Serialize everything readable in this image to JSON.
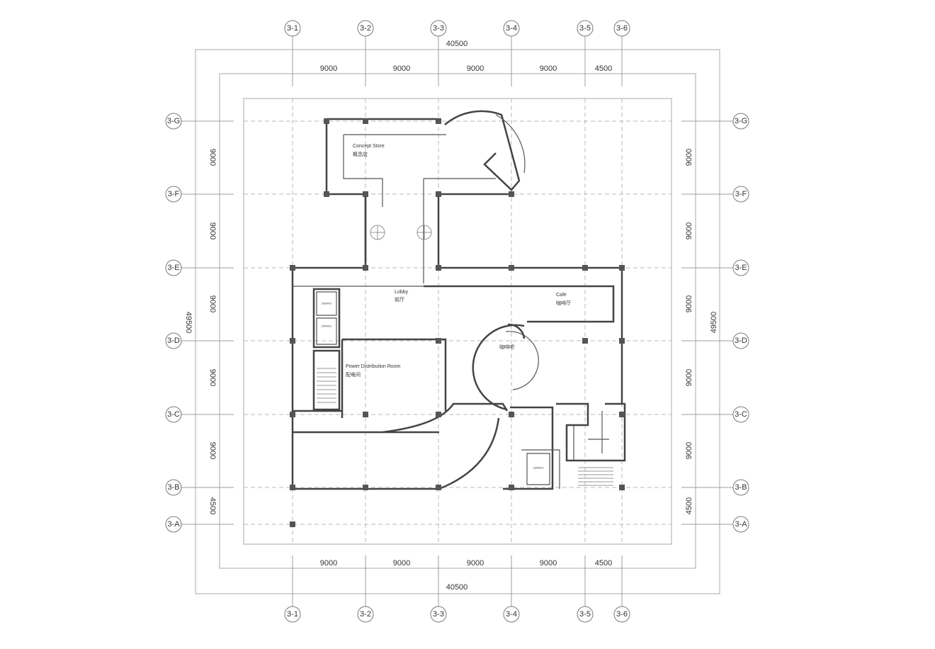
{
  "drawing": {
    "grid_cols": [
      "3-1",
      "3-2",
      "3-3",
      "3-4",
      "3-5",
      "3-6"
    ],
    "grid_rows": [
      "3-G",
      "3-F",
      "3-E",
      "3-D",
      "3-C",
      "3-B",
      "3-A"
    ],
    "overall_width": "40500",
    "overall_depth": "49500",
    "col_spacings": [
      "9000",
      "9000",
      "9000",
      "9000",
      "4500"
    ],
    "row_spacings": [
      "9000",
      "9000",
      "9000",
      "9000",
      "9000",
      "4500"
    ]
  },
  "rooms": {
    "concept_store_en": "Concept Store",
    "concept_store_cn": "概念店",
    "lobby_en": "Lobby",
    "lobby_cn": "前厅",
    "cafe_en": "Cafe",
    "cafe_cn": "咖啡厅",
    "coffee_bar_cn": "咖啡吧",
    "power_room_en": "Power Distribution Room",
    "power_room_cn": "配电间"
  },
  "elevators": {
    "elev1": "1600KG",
    "elev2": "1600KG",
    "elev3": "1600KG"
  }
}
